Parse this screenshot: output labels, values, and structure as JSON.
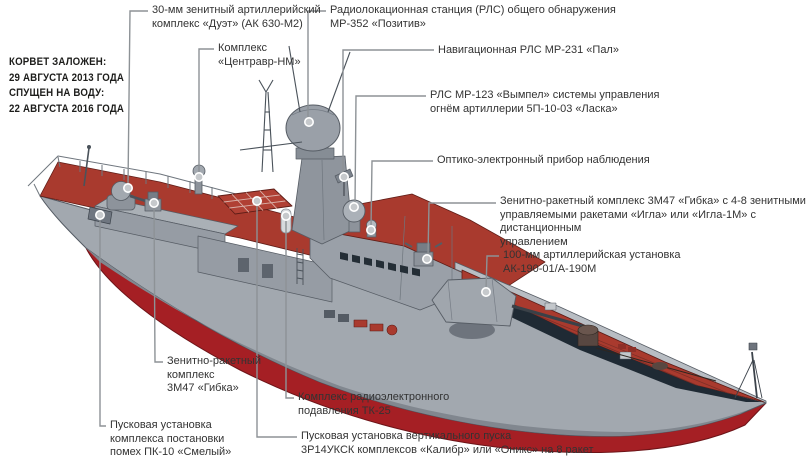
{
  "info_block": {
    "text": "КОРВЕТ ЗАЛОЖЕН:\n29 АВГУСТА 2013 ГОДА\nСПУЩЕН НА ВОДУ:\n22 АВГУСТА 2016 ГОДА"
  },
  "labels": {
    "ak630": "30-мм зенитный артиллерийский\nкомплекс «Дуэт» (АК 630-М2)",
    "centavr": "Комплекс\n«Центравр-НМ»",
    "mr352": "Радиолокационная станция (РЛС) общего обнаружения\nМР-352 «Позитив»",
    "mr231": "Навигационная РЛС МР-231 «Пал»",
    "mr123": "РЛС МР-123 «Вымпел» системы управления\nогнём артиллерии 5П-10-03 «Ласка»",
    "oep": "Оптико-электронный прибор наблюдения",
    "gibka_full": "Зенитно-ракетный комплекс 3М47 «Гибка» с 4-8 зенитными\nуправляемыми ракетами «Игла» или «Игла-1М» с дистанционным\nуправлением",
    "a190": "100-мм артиллерийская установка\nАК-190-01/А-190М",
    "gibka_short": "Зенитно-ракетный\nкомплекс\n3М47 «Гибка»",
    "pk10": "Пусковая установка\nкомплекса постановки\nпомех ПК-10 «Смелый»",
    "tk25": "Комплекс радиоэлектронного\nподавления ТК-25",
    "uksk": "Пусковая установка вертикального пуска\n3Р14УКСК комплексов «Калибр» или «Оникс» на 8 ракет"
  },
  "colors": {
    "background": "#FFFFFF",
    "deck_red": "#A93A2E",
    "deck_red_dark": "#8E2F27",
    "bottom_red": "#A51F24",
    "hull_gray": "#A2A8AF",
    "hull_gray_dark": "#878D95",
    "superstructure_gray": "#9AA0A8",
    "light_gray": "#B8BDC3",
    "shadow_navy": "#1F2A34",
    "outline": "#39404A",
    "leader_gray": "#8D9296",
    "label_text": "#333333",
    "title_text": "#1D1D1B"
  }
}
